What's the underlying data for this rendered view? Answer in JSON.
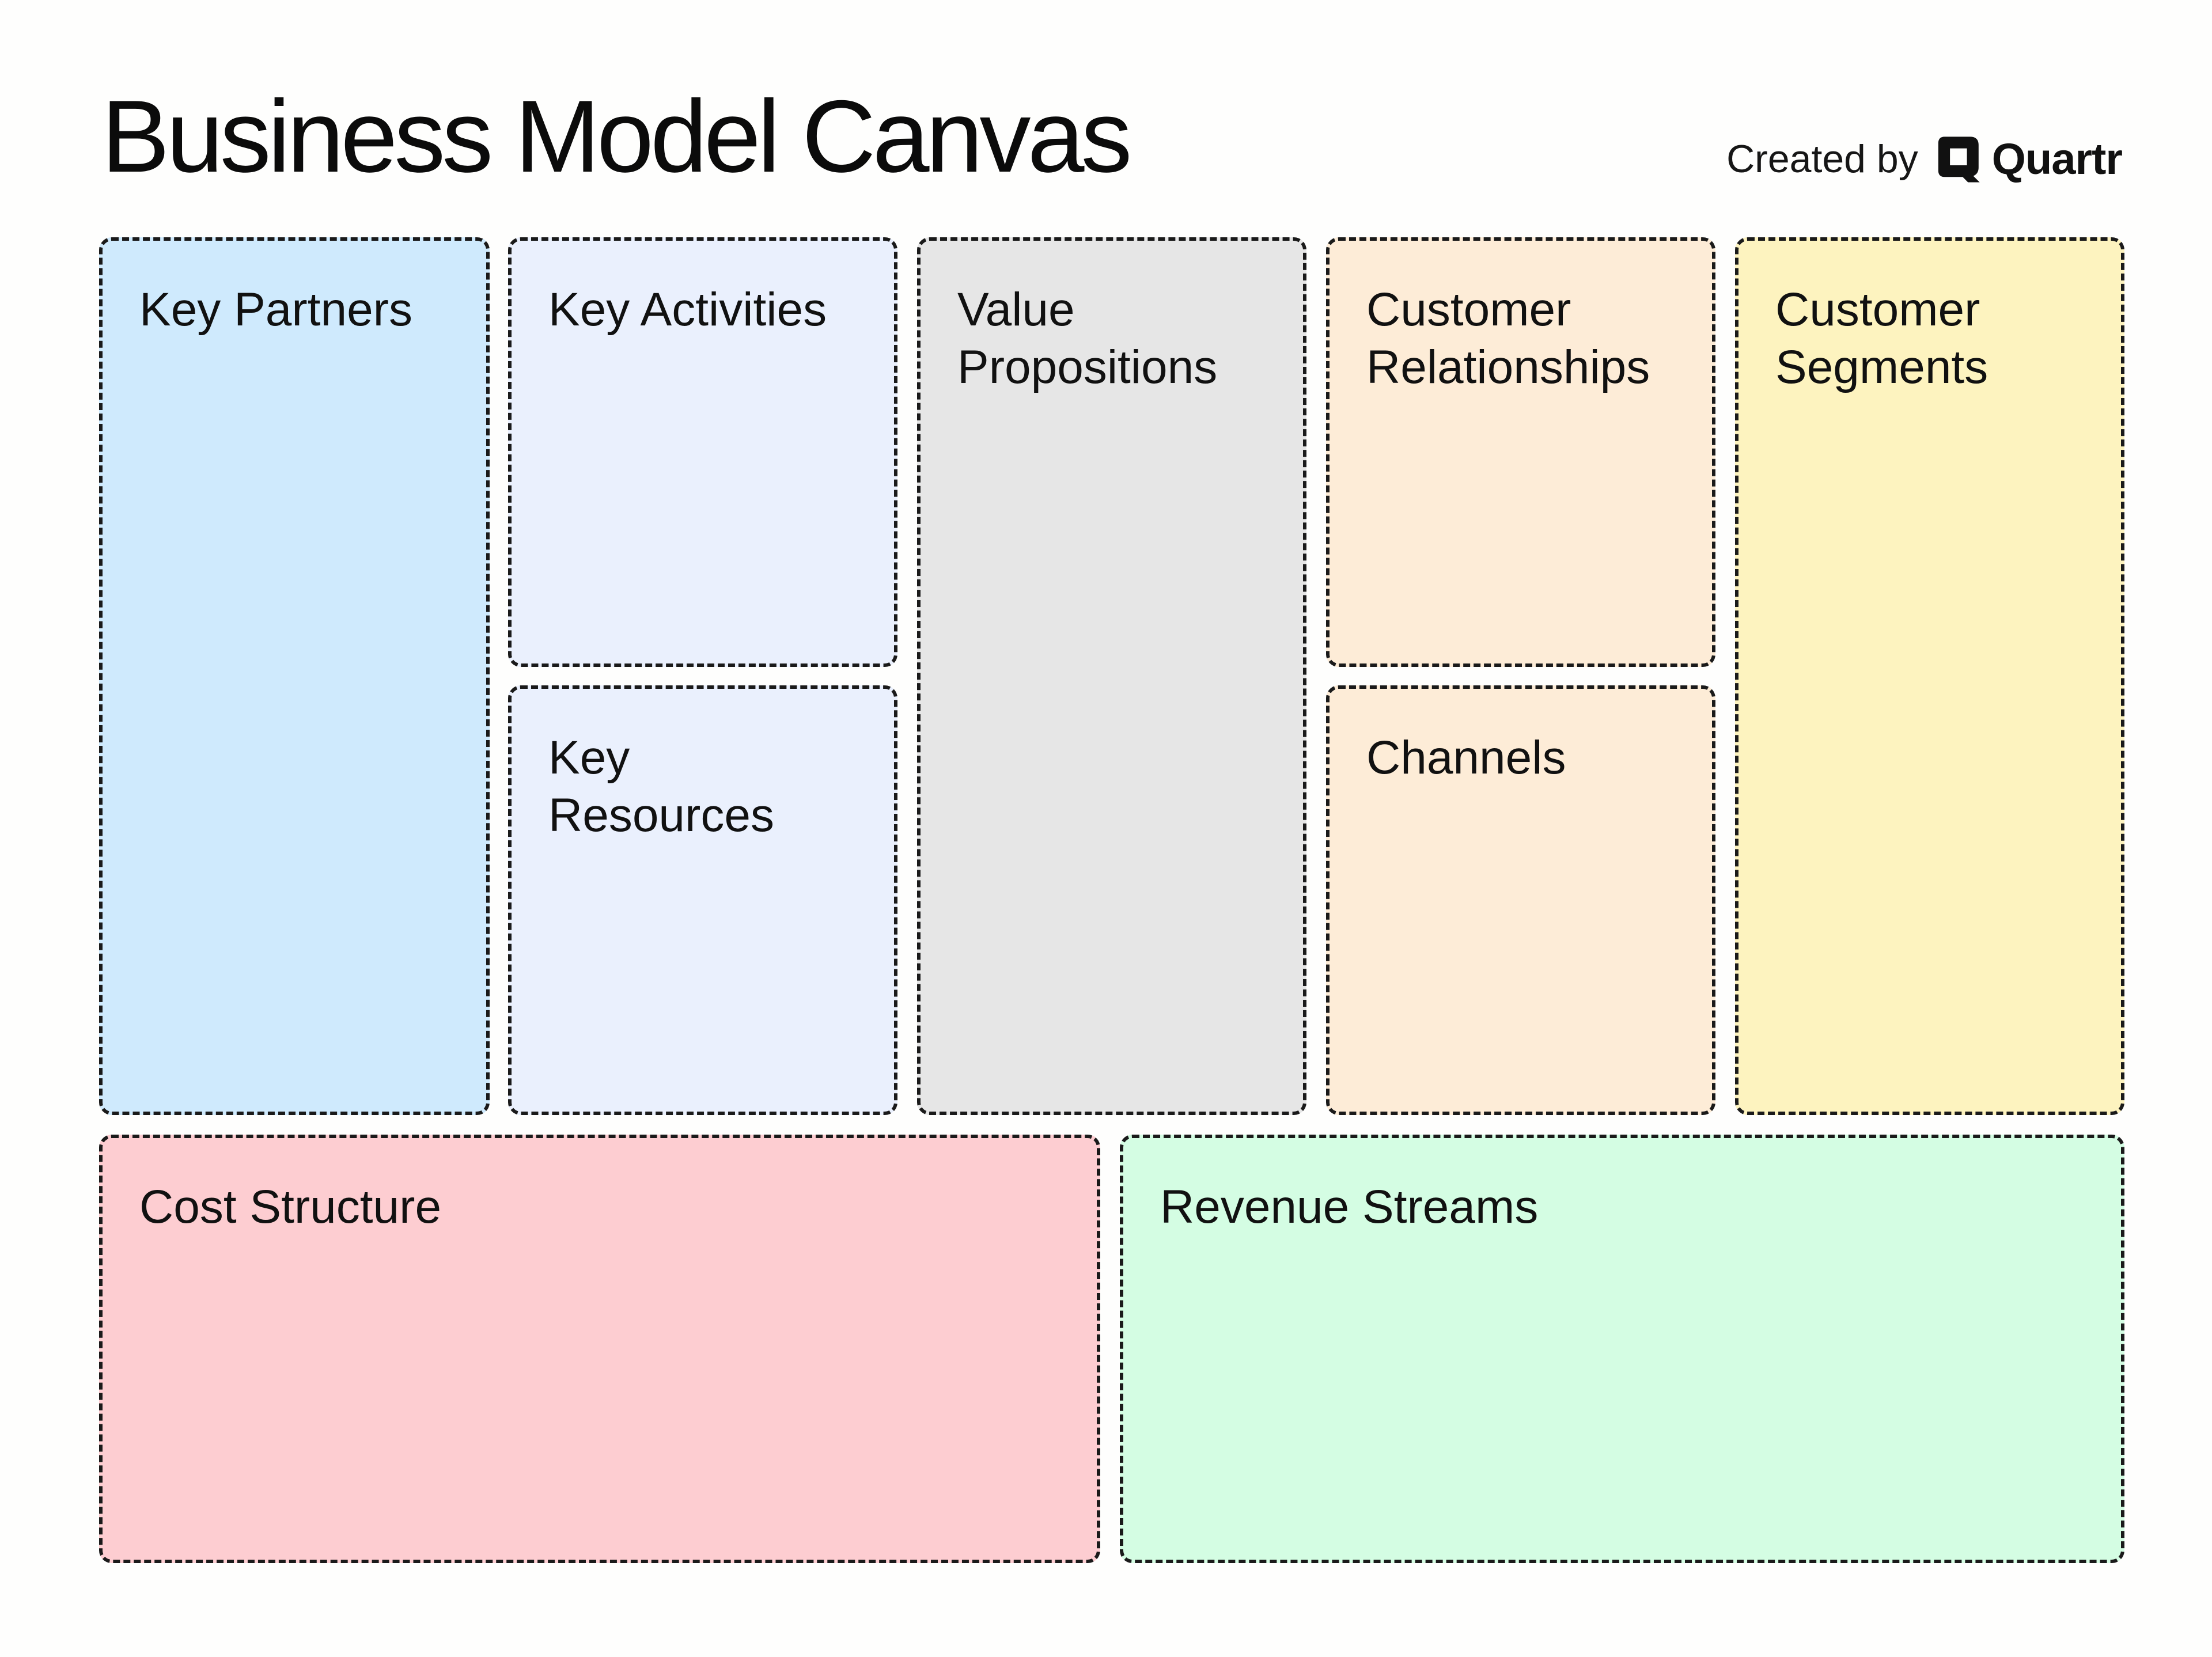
{
  "title": "Business Model Canvas",
  "credit": {
    "prefix": "Created by",
    "brand": "Quartr",
    "logo_icon": "quartr-logo-icon"
  },
  "blocks": {
    "key_partners": {
      "label": "Key Partners",
      "color": "#cfeafd"
    },
    "key_activities": {
      "label": "Key Activities",
      "color": "#eaf0fd"
    },
    "key_resources": {
      "label": "Key\nResources",
      "color": "#eaf0fd"
    },
    "value_propositions": {
      "label": "Value\nPropositions",
      "color": "#e6e6e6"
    },
    "customer_relationships": {
      "label": "Customer\nRelationships",
      "color": "#fdecd7"
    },
    "channels": {
      "label": "Channels",
      "color": "#fdecd7"
    },
    "customer_segments": {
      "label": "Customer\nSegments",
      "color": "#fdf3bf"
    },
    "cost_structure": {
      "label": "Cost Structure",
      "color": "#fdcdd1"
    },
    "revenue_streams": {
      "label": "Revenue Streams",
      "color": "#d4fde3"
    }
  }
}
